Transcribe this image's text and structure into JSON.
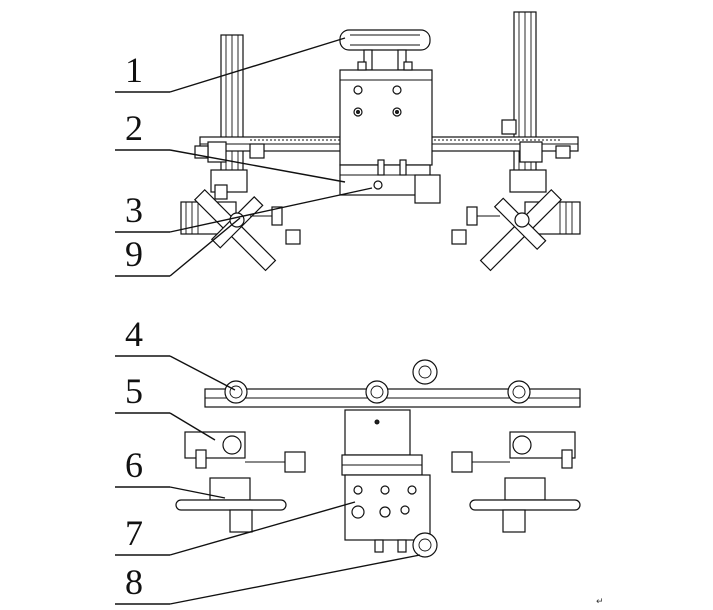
{
  "diagram": {
    "top_view_labels": [
      "1",
      "2",
      "3",
      "9"
    ],
    "bottom_view_labels": [
      "4",
      "5",
      "6",
      "7",
      "8"
    ],
    "corner_mark": "↵"
  }
}
